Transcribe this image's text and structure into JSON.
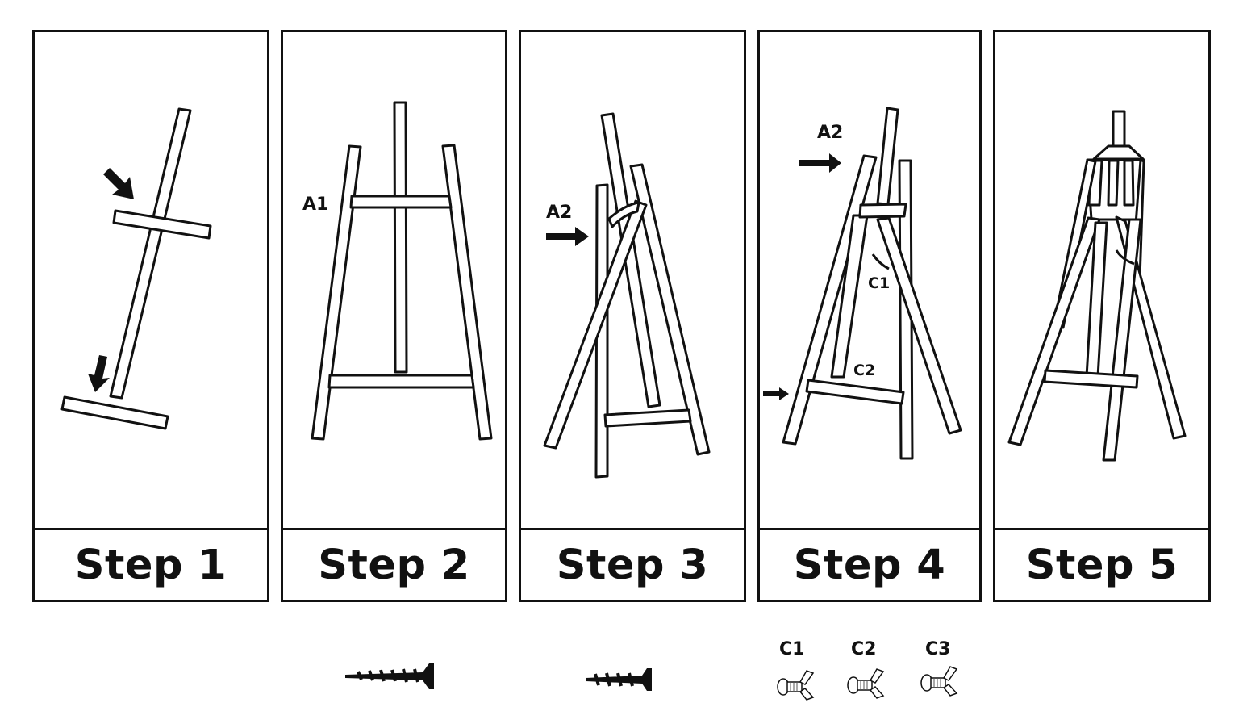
{
  "steps": [
    {
      "caption": "Step 1"
    },
    {
      "caption": "Step 2",
      "part_label": "A1"
    },
    {
      "caption": "Step 3",
      "part_label": "A2"
    },
    {
      "caption": "Step 4",
      "part_labels": [
        "A2",
        "C1",
        "C2"
      ]
    },
    {
      "caption": "Step 5"
    }
  ],
  "hardware": {
    "wingnut_labels": [
      "C1",
      "C2",
      "C3"
    ]
  },
  "colors": {
    "ink": "#111111",
    "paper": "#ffffff"
  }
}
